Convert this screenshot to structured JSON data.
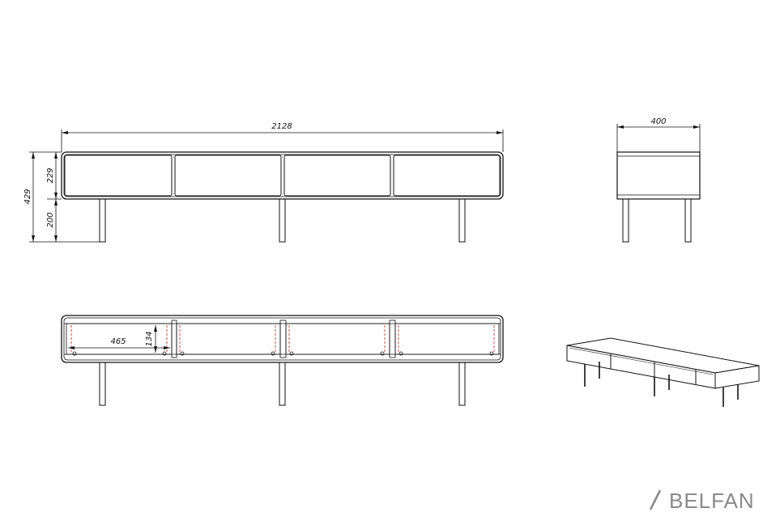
{
  "dimensions": {
    "total_width": "2128",
    "depth": "400",
    "total_height": "429",
    "body_height": "229",
    "leg_height": "200",
    "inner_width": "465",
    "inner_height": "134"
  },
  "brand": {
    "name": "BELFAN"
  },
  "colors": {
    "line": "#111111",
    "accent": "#c0504d",
    "brand": "#8a8a8a"
  }
}
